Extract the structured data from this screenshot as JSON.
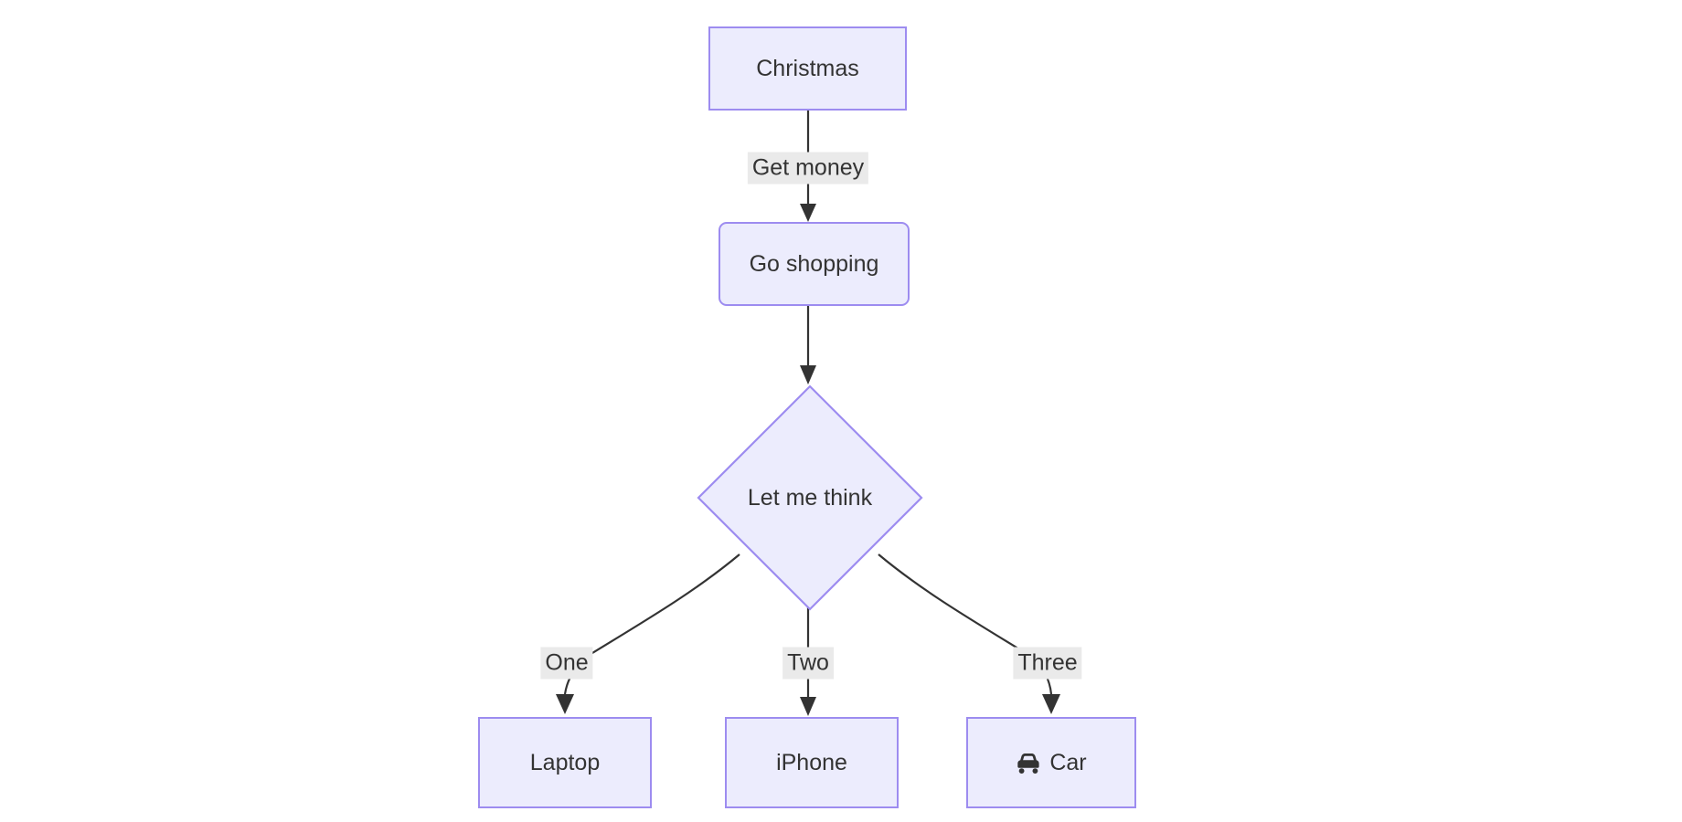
{
  "diagram": {
    "type": "flowchart",
    "direction": "top-down",
    "background_color": "#ffffff",
    "node_fill_color": "#ececfd",
    "node_border_color": "#9d8cf0",
    "edge_color": "#333333",
    "edge_label_background": "#eaeaea",
    "text_color": "#333333",
    "nodes": [
      {
        "id": "christmas",
        "label": "Christmas",
        "shape": "rectangle"
      },
      {
        "id": "go-shopping",
        "label": "Go shopping",
        "shape": "rounded-rectangle"
      },
      {
        "id": "let-me-think",
        "label": "Let me think",
        "shape": "diamond"
      },
      {
        "id": "laptop",
        "label": "Laptop",
        "shape": "rectangle"
      },
      {
        "id": "iphone",
        "label": "iPhone",
        "shape": "rectangle"
      },
      {
        "id": "car",
        "label": "Car",
        "shape": "rectangle",
        "icon": "car-icon"
      }
    ],
    "edges": [
      {
        "from": "christmas",
        "to": "go-shopping",
        "label": "Get money"
      },
      {
        "from": "go-shopping",
        "to": "let-me-think",
        "label": ""
      },
      {
        "from": "let-me-think",
        "to": "laptop",
        "label": "One"
      },
      {
        "from": "let-me-think",
        "to": "iphone",
        "label": "Two"
      },
      {
        "from": "let-me-think",
        "to": "car",
        "label": "Three"
      }
    ]
  }
}
